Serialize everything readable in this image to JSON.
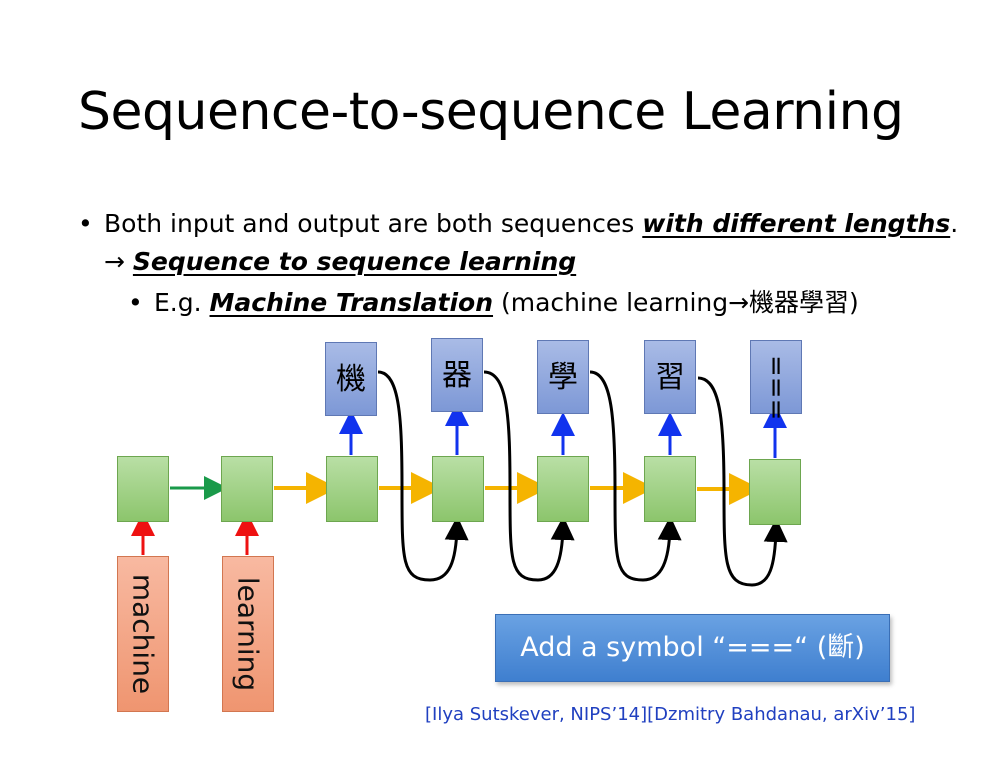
{
  "title": "Sequence-to-sequence Learning",
  "bullet1": {
    "dot": "•",
    "text_a": "Both input and output are both sequences ",
    "emph_a": "with different lengths",
    "text_b": ". → ",
    "emph_b": "Sequence to sequence learning"
  },
  "bullet2": {
    "dot": "•",
    "text_a": "E.g. ",
    "emph_a": "Machine Translation",
    "text_b": " (machine learning→機器學習)"
  },
  "inputs": [
    "machine",
    "learning"
  ],
  "outputs": [
    "機",
    "器",
    "學",
    "習",
    "==="
  ],
  "symbol_button": "Add a symbol “===“ (斷)",
  "citation": "[Ilya Sutskever, NIPS’14][Dzmitry Bahdanau, arXiv’15]",
  "colors": {
    "input_arrow": "#ee1111",
    "output_arrow": "#1133ee",
    "encoder_arrow": "#1a9a4a",
    "decoder_arrow": "#f5b400",
    "feedback_arrow": "#000000"
  }
}
